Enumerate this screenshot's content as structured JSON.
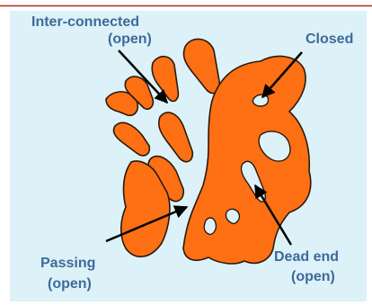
{
  "labels": {
    "interconnected": {
      "line1": "Inter-connected",
      "line2": "(open)"
    },
    "closed": {
      "line1": "Closed"
    },
    "passing": {
      "line1": "Passing",
      "line2": "(open)"
    },
    "dead_end": {
      "line1": "Dead end",
      "line2": "(open)"
    }
  },
  "colors": {
    "background": "#ddf1f8",
    "solid": "#ff7014",
    "outline": "#2a1a0d",
    "pore": "#ddf1f8",
    "label_text": "#3d6b9a",
    "arrow": "#000000",
    "top_rule": "#b3271b"
  }
}
